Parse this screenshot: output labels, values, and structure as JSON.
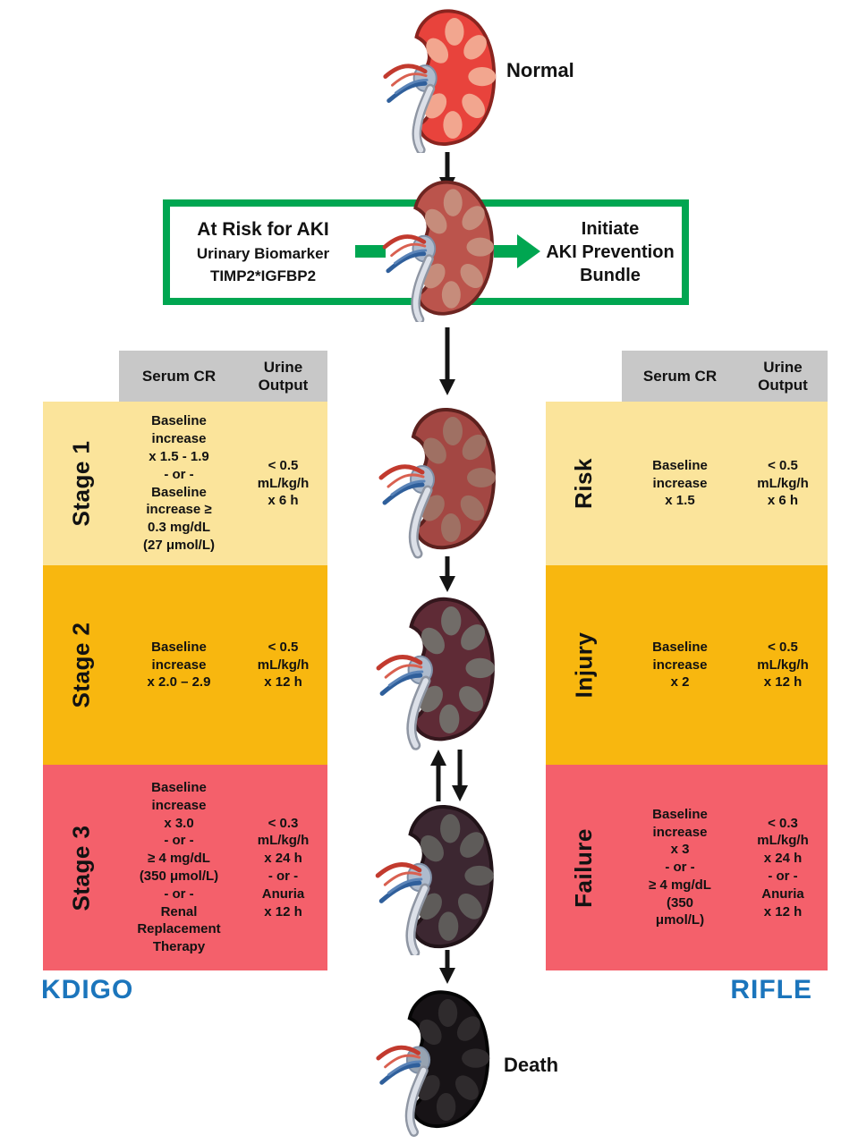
{
  "colors": {
    "stage1_bg": "#FBE49B",
    "stage2_bg": "#F8B70F",
    "stage3_bg": "#F4606B",
    "header_bg": "#C8C8C8",
    "green": "#00A651",
    "blue": "#1B75BC",
    "arrow": "#141414"
  },
  "flow": {
    "normal_label": "Normal",
    "death_label": "Death",
    "risk_box": {
      "line1": "At Risk for AKI",
      "line2": "Urinary Biomarker",
      "line3": "TIMP2*IGFBP2"
    },
    "prevention_box": {
      "line1": "Initiate",
      "line2": "AKI Prevention",
      "line3": "Bundle"
    }
  },
  "kdigo": {
    "label": "KDIGO",
    "headers": {
      "serum": "Serum CR",
      "urine": "Urine\nOutput"
    },
    "rows": [
      {
        "stage": "Stage 1",
        "serum": "Baseline\nincrease\nx 1.5 - 1.9\n- or -\nBaseline\nincrease ≥\n0.3 mg/dL\n(27 μmol/L)",
        "urine": "< 0.5\nmL/kg/h\nx 6 h"
      },
      {
        "stage": "Stage 2",
        "serum": "Baseline\nincrease\nx 2.0 – 2.9",
        "urine": "< 0.5\nmL/kg/h\nx 12 h"
      },
      {
        "stage": "Stage 3",
        "serum": "Baseline\nincrease\nx 3.0\n- or -\n≥ 4 mg/dL\n(350 μmol/L)\n- or -\nRenal\nReplacement\nTherapy",
        "urine": "< 0.3\nmL/kg/h\nx 24 h\n- or -\nAnuria\nx 12 h"
      }
    ]
  },
  "rifle": {
    "label": "RIFLE",
    "headers": {
      "serum": "Serum CR",
      "urine": "Urine\nOutput"
    },
    "rows": [
      {
        "stage": "Risk",
        "serum": "Baseline\nincrease\nx 1.5",
        "urine": "< 0.5\nmL/kg/h\nx 6 h"
      },
      {
        "stage": "Injury",
        "serum": "Baseline\nincrease\nx 2",
        "urine": "< 0.5\nmL/kg/h\nx 12 h"
      },
      {
        "stage": "Failure",
        "serum": "Baseline\nincrease\nx 3\n- or -\n≥ 4 mg/dL\n(350\nμmol/L)",
        "urine": "< 0.3\nmL/kg/h\nx 24 h\n- or -\nAnuria\nx 12 h"
      }
    ]
  },
  "kidneys": [
    {
      "name": "kidney-normal",
      "body": "#E8433C",
      "lobe": "#F2A68F",
      "outline": "#8A241F",
      "hilum": "#AEBBCD"
    },
    {
      "name": "kidney-at-risk",
      "body": "#BB544C",
      "lobe": "#C68C7B",
      "outline": "#6E2521",
      "hilum": "#AEBBCD"
    },
    {
      "name": "kidney-stage1",
      "body": "#A34743",
      "lobe": "#9F7063",
      "outline": "#5C211E",
      "hilum": "#AEBBCD"
    },
    {
      "name": "kidney-stage2",
      "body": "#5F2B36",
      "lobe": "#716C68",
      "outline": "#34171D",
      "hilum": "#AEBBCD"
    },
    {
      "name": "kidney-stage3",
      "body": "#3C2731",
      "lobe": "#5E5B59",
      "outline": "#211318",
      "hilum": "#AEBBCD"
    },
    {
      "name": "kidney-death",
      "body": "#171316",
      "lobe": "#2F2B2D",
      "outline": "#050505",
      "hilum": "#97A3B1"
    }
  ]
}
